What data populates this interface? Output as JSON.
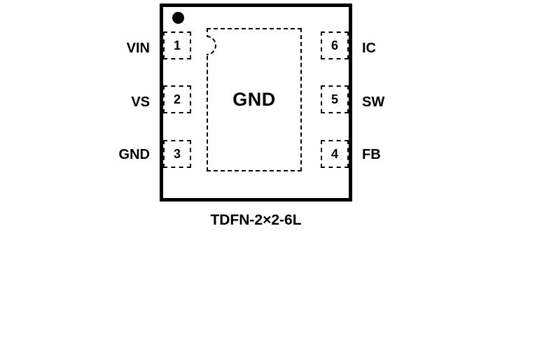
{
  "package": {
    "caption": "TDFN-2×2-6L",
    "center_pad_label": "GND",
    "left_pins": [
      {
        "number": "1",
        "label": "VIN"
      },
      {
        "number": "2",
        "label": "VS"
      },
      {
        "number": "3",
        "label": "GND"
      }
    ],
    "right_pins": [
      {
        "number": "6",
        "label": "IC"
      },
      {
        "number": "5",
        "label": "SW"
      },
      {
        "number": "4",
        "label": "FB"
      }
    ],
    "colors": {
      "line": "#000000",
      "background": "#ffffff"
    }
  }
}
